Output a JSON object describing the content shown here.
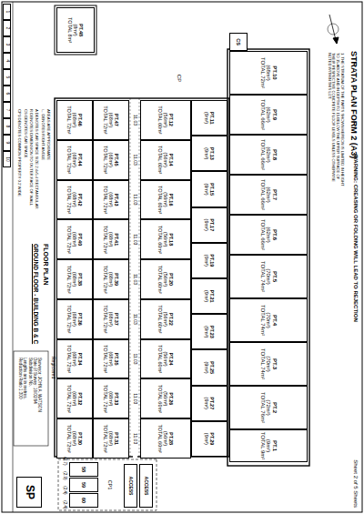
{
  "diagram": {
    "title": "STRATA PLAN FORM 2 (A3)",
    "nodes": [
      {
        "text": [
          "PT.10",
          "(68m²)",
          "TOTAL 72m²"
        ]
      },
      {
        "text": [
          "PT.9",
          "(62m²)",
          "TOTAL 66m²"
        ]
      },
      {
        "text": [
          "PT.8",
          "(62m²)",
          "TOTAL 66m²"
        ]
      },
      {
        "text": [
          "PT.7",
          "(62m²)",
          "TOTAL 66m²"
        ]
      },
      {
        "text": [
          "PT.6",
          "(62m²)",
          "TOTAL 66m²"
        ]
      },
      {
        "text": [
          "PT.5",
          "(70m²)",
          "TOTAL 74m²"
        ]
      },
      {
        "text": [
          "PT.4",
          "(70m²)",
          "TOTAL 74m²"
        ]
      },
      {
        "text": [
          "PT.3",
          "(70m²)",
          "TOTAL 74m²"
        ]
      },
      {
        "text": [
          "PT.2",
          "(72m²)",
          "TOTAL 76m²"
        ]
      },
      {
        "text": [
          "PT.1",
          "(9m²)",
          "TOTAL 9m²"
        ]
      },
      {
        "text": [
          "CS"
        ]
      },
      {
        "text": [
          "PT.11",
          "(9m²)"
        ]
      },
      {
        "text": [
          "PT.13",
          "(9m²)"
        ]
      },
      {
        "text": [
          "PT.15",
          "(9m²)"
        ]
      },
      {
        "text": [
          "PT.17",
          "(9m²)"
        ]
      },
      {
        "text": [
          "PT.19",
          "(9m²)"
        ]
      },
      {
        "text": [
          "PT.21",
          "(9m²)"
        ]
      },
      {
        "text": [
          "PT.23",
          "(9m²)"
        ]
      },
      {
        "text": [
          "PT.25",
          "(9m²)"
        ]
      },
      {
        "text": [
          "PT.27",
          "(9m²)"
        ]
      },
      {
        "text": [
          "PT.29",
          "(9m²)"
        ]
      },
      {
        "text": [
          "PT.12",
          "(56m²)",
          "TOTAL 60m²"
        ]
      },
      {
        "text": [
          "PT.14",
          "(56m²)",
          "TOTAL 60m²"
        ]
      },
      {
        "text": [
          "PT.16",
          "(56m²)",
          "TOTAL 60m²"
        ]
      },
      {
        "text": [
          "PT.18",
          "(56m²)",
          "TOTAL 60m²"
        ]
      },
      {
        "text": [
          "PT.20",
          "(56m²)",
          "TOTAL 60m²"
        ]
      },
      {
        "text": [
          "PT.22",
          "(56m²)",
          "TOTAL 60m²"
        ]
      },
      {
        "text": [
          "PT.24",
          "(56m²)",
          "TOTAL 60m²"
        ]
      },
      {
        "text": [
          "PT.26",
          "(56m²)",
          "TOTAL 60m²"
        ]
      },
      {
        "text": [
          "PT.28",
          "(56m²)",
          "TOTAL 60m²"
        ]
      },
      {
        "text": [
          "PT.47",
          "(68m²)",
          "TOTAL 72m²"
        ]
      },
      {
        "text": [
          "PT.45",
          "(68m²)",
          "TOTAL 72m²"
        ]
      },
      {
        "text": [
          "PT.43",
          "(68m²)",
          "TOTAL 72m²"
        ]
      },
      {
        "text": [
          "PT.41",
          "(68m²)",
          "TOTAL 72m²"
        ]
      },
      {
        "text": [
          "PT.39",
          "(68m²)",
          "TOTAL 72m²"
        ]
      },
      {
        "text": [
          "PT.37",
          "(68m²)",
          "TOTAL 72m²"
        ]
      },
      {
        "text": [
          "PT.35",
          "(68m²)",
          "TOTAL 72m²"
        ]
      },
      {
        "text": [
          "PT.33",
          "(68m²)",
          "TOTAL 72m²"
        ]
      },
      {
        "text": [
          "PT.31",
          "(68m²)",
          "TOTAL 72m²"
        ]
      },
      {
        "text": [
          "PT.46",
          "(68m²)",
          "TOTAL 72m²"
        ]
      },
      {
        "text": [
          "PT.44",
          "(68m²)",
          "TOTAL 72m²"
        ]
      },
      {
        "text": [
          "PT.42",
          "(68m²)",
          "TOTAL 72m²"
        ]
      },
      {
        "text": [
          "PT.40",
          "(68m²)",
          "TOTAL 72m²"
        ]
      },
      {
        "text": [
          "PT.38",
          "(68m²)",
          "TOTAL 72m²"
        ]
      },
      {
        "text": [
          "PT.36",
          "(68m²)",
          "TOTAL 72m²"
        ]
      },
      {
        "text": [
          "PT.34",
          "(68m²)",
          "TOTAL 72m²"
        ]
      },
      {
        "text": [
          "PT.32",
          "(68m²)",
          "TOTAL 72m²"
        ]
      },
      {
        "text": [
          "PT.30",
          "(68m²)",
          "TOTAL 72m²"
        ]
      },
      {
        "text": [
          "PT.48",
          "(8m²)",
          "TOTAL 8m²"
        ]
      },
      {
        "text": [
          "58"
        ]
      },
      {
        "text": [
          "59"
        ]
      },
      {
        "text": [
          "60"
        ]
      },
      {
        "text": [
          "ACCESS"
        ]
      },
      {
        "text": [
          "ACCESS"
        ]
      },
      {
        "text": [
          "Surveyor: JOHN A. WATSON",
          "Date of Survey: 16/02/94",
          "Subdivision No.",
          "Lengths are in metres.",
          "Reduction Ratio 1:300"
        ]
      },
      {
        "text": [
          "SP"
        ]
      }
    ],
    "labels": [
      "WARNING: CREASING OR FOLDING WILL LEAD TO REJECTION",
      "1. THE STRATUM OF THE PARTS SHOWN HEREON IS LIMITED IN HEIGHT TO 15 ABOVE AND IN DEPTH TO 15 BELOW THE UPPER SURFACE OF THEIR RESPECTIVE CONCRETE FLOOR LEVELS UNLESS OTHERWISE NOTED WITHIN THIS LOT.",
      "Sheet 2 of 5 Sheets",
      "11.03",
      "11.03",
      "11.03",
      "11.03",
      "11.03",
      "11.03",
      "11.03",
      "11.03",
      "11.03",
      "(2.7)",
      "(2.9)",
      "(2.4)",
      "(2.4)",
      "CP1",
      "CP",
      "AREAS ARE APPROXIMATE",
      "∟ DENOTES RIGHT ANGLE",
      "A DENOTES CAR SPACE SIZE 2.4x5.4 RECTANGULAR",
      "R DENOTES DIMENSION TO OUTER FACE OF WALL",
      "CS DENOTES CAR SPACE",
      "CP1 DENOTES COMMON PROPERTY 0.2 WIDE",
      "FLOOR PLAN",
      "GROUND FLOOR - BUILDING B & C",
      "Registered",
      "1",
      "2",
      "3",
      "4",
      "5",
      "6",
      "7",
      "8",
      "9",
      "10"
    ]
  }
}
